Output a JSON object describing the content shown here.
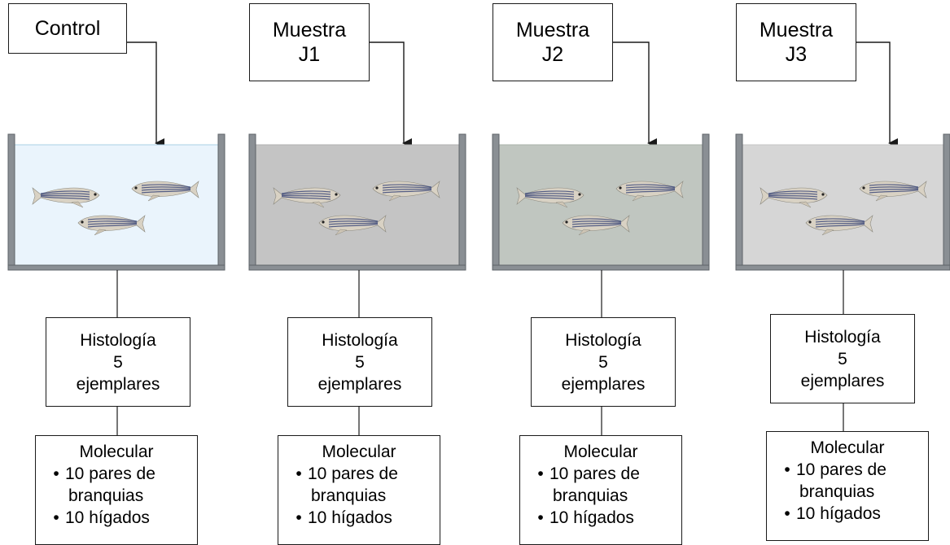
{
  "columns": [
    {
      "name": "control",
      "label_lines": [
        "Control"
      ],
      "water_color": "#eaf4fc",
      "water_border": "#a9cfe6",
      "histology": {
        "title": "Histología",
        "count": "5",
        "unit": "ejemplares"
      },
      "molecular": {
        "title": "Molecular",
        "item1_a": "10 pares de",
        "item1_b": "branquias",
        "item2": "10 hígados"
      }
    },
    {
      "name": "muestra-j1",
      "label_lines": [
        "Muestra",
        "J1"
      ],
      "water_color": "#c4c4c4",
      "water_border": "#b0b0b0",
      "histology": {
        "title": "Histología",
        "count": "5",
        "unit": "ejemplares"
      },
      "molecular": {
        "title": "Molecular",
        "item1_a": "10 pares de",
        "item1_b": "branquias",
        "item2": "10 hígados"
      }
    },
    {
      "name": "muestra-j2",
      "label_lines": [
        "Muestra",
        "J2"
      ],
      "water_color": "#c0c6c0",
      "water_border": "#aab2aa",
      "histology": {
        "title": "Histología",
        "count": "5",
        "unit": "ejemplares"
      },
      "molecular": {
        "title": "Molecular",
        "item1_a": "10 pares de",
        "item1_b": "branquias",
        "item2": "10 hígados"
      }
    },
    {
      "name": "muestra-j3",
      "label_lines": [
        "Muestra",
        "J3"
      ],
      "water_color": "#d6d6d6",
      "water_border": "#c4c4c4",
      "histology": {
        "title": "Histología",
        "count": "5",
        "unit": "ejemplares"
      },
      "molecular": {
        "title": "Molecular",
        "item1_a": "10 pares  de",
        "item1_b": "branquias",
        "item2": "10 hígados"
      }
    }
  ],
  "colors": {
    "tank_wall": "#8a8f94",
    "tank_wall_dark": "#5e6368",
    "line": "#1a1a1a",
    "fish_body": "#d9d2c4",
    "fish_stripe": "#3d4a7a"
  },
  "icons": [
    "fish-icon",
    "arrow-down-icon"
  ]
}
